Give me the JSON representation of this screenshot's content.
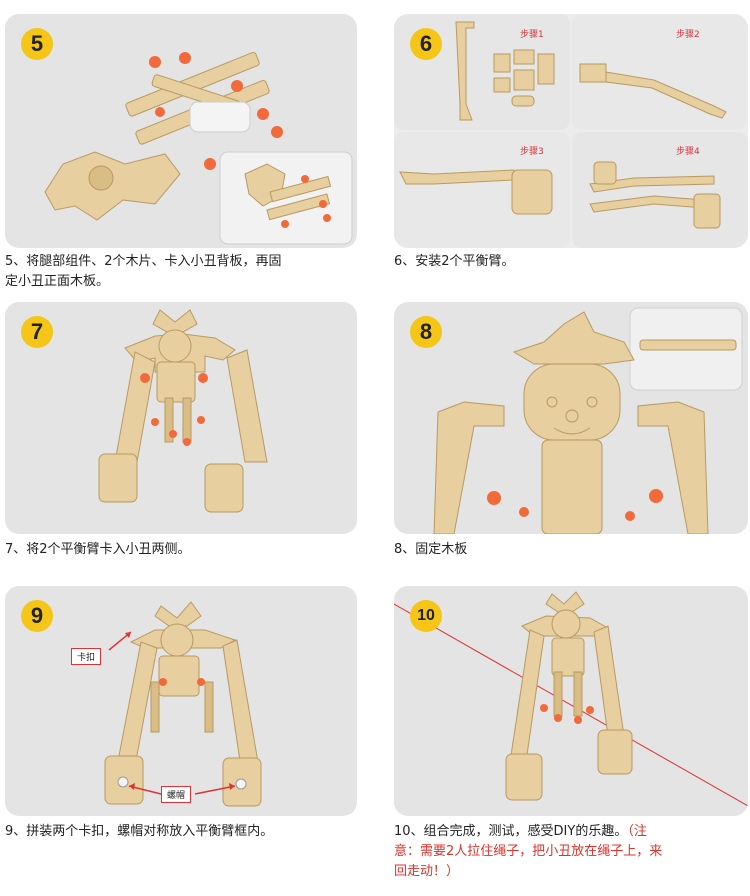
{
  "steps": [
    {
      "badge": "5",
      "caption_lines": [
        "5、将腿部组件、2个木片、卡入小丑背板，再固",
        "定小丑正面木板。"
      ]
    },
    {
      "badge": "6",
      "caption_lines": [
        "6、安装2个平衡臂。"
      ],
      "sub_labels": [
        "步骤1",
        "步骤2",
        "步骤3",
        "步骤4"
      ]
    },
    {
      "badge": "7",
      "caption_lines": [
        "7、将2个平衡臂卡入小丑两侧。"
      ]
    },
    {
      "badge": "8",
      "caption_lines": [
        "8、固定木板"
      ]
    },
    {
      "badge": "9",
      "caption_lines": [
        "9、拼装两个卡扣，螺帽对称放入平衡臂框内。"
      ],
      "callouts": [
        "卡扣",
        "螺帽"
      ]
    },
    {
      "badge": "10",
      "caption_black": "10、组合完成，测试，感受DIY的乐趣。",
      "caption_red": [
        "（注",
        "意：需要2人拉住绳子，把小丑放在绳子上，来",
        "回走动！）"
      ]
    }
  ],
  "colors": {
    "panel": "#e4e4e4",
    "badge": "#f5c518",
    "accent_red": "#e0302a",
    "wood": "#e7cf9f",
    "wood_edge": "#b89a62",
    "bead": "#f26a3a"
  }
}
